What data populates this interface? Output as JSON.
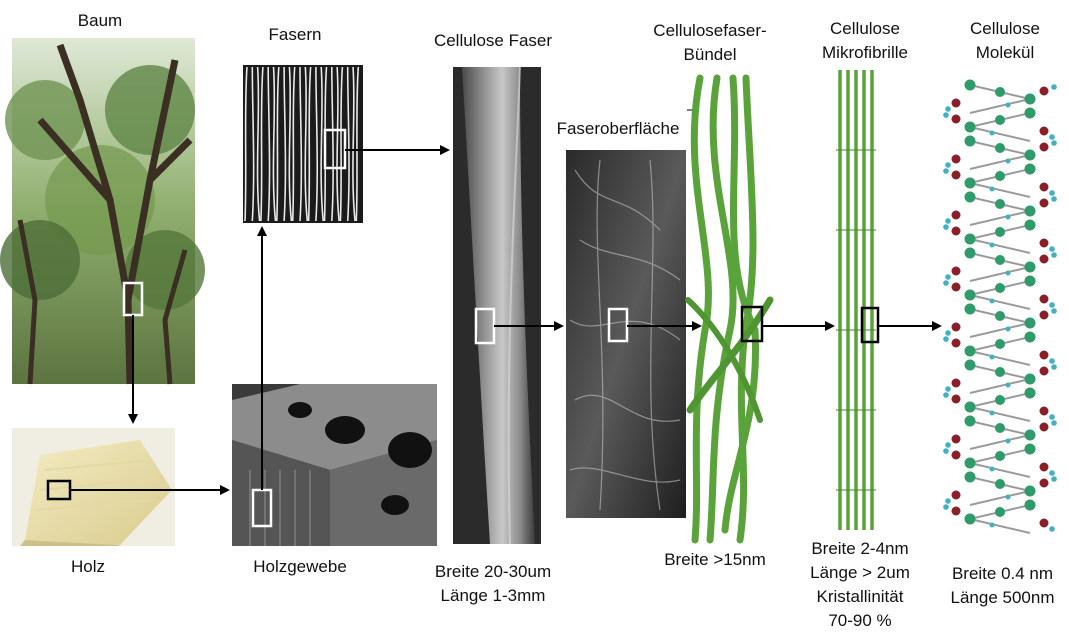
{
  "labels": {
    "baum": "Baum",
    "fasern": "Fasern",
    "cellulose_faser": "Cellulose Faser",
    "buendel_line1": "Cellulosefaser-",
    "buendel_line2": "Bündel",
    "mikro_line1": "Cellulose",
    "mikro_line2": "Mikrofibrille",
    "molekuel_line1": "Cellulose",
    "molekuel_line2": "Molekül",
    "faseroberflaeche": "Faseroberfläche",
    "holz": "Holz",
    "holzgewebe": "Holzgewebe"
  },
  "captions": {
    "faser_breite": "Breite 20-30um",
    "faser_laenge": "Länge 1-3mm",
    "buendel_breite": "Breite >15nm",
    "mikro_breite": "Breite 2-4nm",
    "mikro_laenge": "Länge > 2um",
    "mikro_kristall": "Kristallinität",
    "mikro_kristall_wert": "70-90 %",
    "molekuel_breite": "Breite 0.4 nm",
    "molekuel_laenge": "Länge 500nm"
  },
  "colors": {
    "fibril_green": "#5aa33a",
    "fibril_dark": "#3f8a2a",
    "atom_green": "#2f9a6a",
    "atom_red": "#8a1f2a",
    "atom_cyan": "#3fb0c8",
    "bond": "#9a9a9a"
  }
}
